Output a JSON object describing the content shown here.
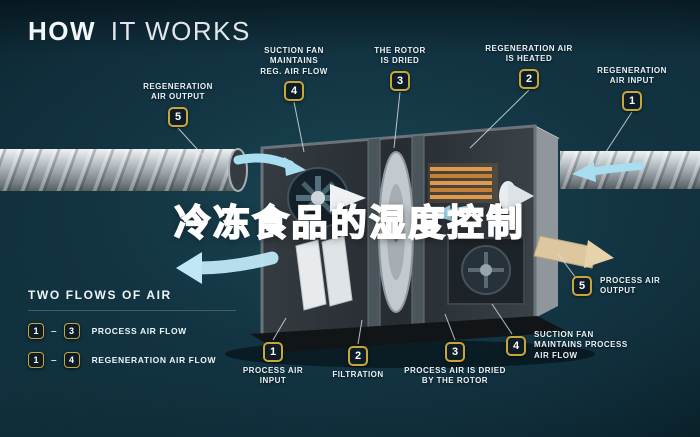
{
  "title": {
    "strong": "HOW",
    "light": "IT WORKS"
  },
  "overlay_caption": "冷冻食品的湿度控制",
  "callouts": [
    {
      "num": "5",
      "label": "REGENERATION\nAIR OUTPUT"
    },
    {
      "num": "4",
      "label": "SUCTION FAN\nMAINTAINS\nREG. AIR FLOW"
    },
    {
      "num": "3",
      "label": "THE ROTOR\nIS DRIED"
    },
    {
      "num": "2",
      "label": "REGENERATION AIR\nIS HEATED"
    },
    {
      "num": "1",
      "label": "REGENERATION\nAIR INPUT"
    },
    {
      "num": "5",
      "label": "PROCESS AIR\nOUTPUT"
    },
    {
      "num": "4",
      "label": "SUCTION FAN\nMAINTAINS PROCESS\nAIR FLOW"
    },
    {
      "num": "1",
      "label": "PROCESS AIR\nINPUT"
    },
    {
      "num": "2",
      "label": "FILTRATION"
    },
    {
      "num": "3",
      "label": "PROCESS AIR IS DRIED\nBY THE ROTOR"
    }
  ],
  "legend": {
    "heading": "TWO FLOWS OF AIR",
    "rows": [
      {
        "a": "1",
        "dash": "–",
        "b": "3",
        "label": "PROCESS AIR FLOW"
      },
      {
        "a": "1",
        "dash": "–",
        "b": "4",
        "label": "REGENERATION AIR FLOW"
      }
    ]
  },
  "colors": {
    "badge_border": "#c9a63a",
    "flow_blue": "#a9ddf0",
    "caption_yellow": "#ffd60a",
    "background_teal": "#0f303c"
  }
}
